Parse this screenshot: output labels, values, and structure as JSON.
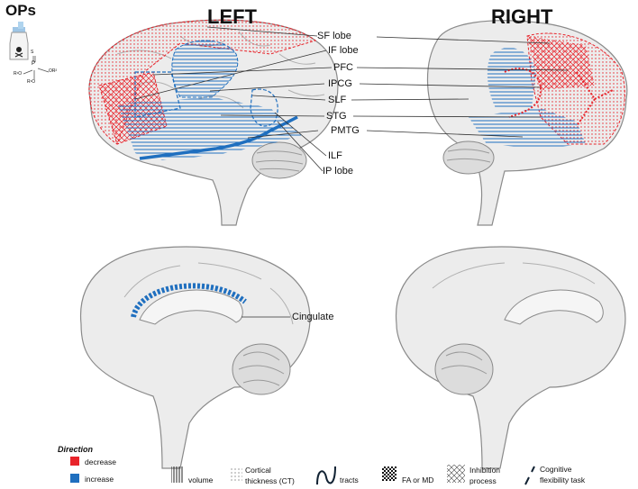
{
  "header": {
    "ops": "OPs",
    "left": "LEFT",
    "right": "RIGHT"
  },
  "chem": {
    "s": "S",
    "p": "P",
    "or_right": "OR²",
    "ro_left": "R¹O",
    "ro_bottom": "R¹O"
  },
  "regions": {
    "sf_lobe": "SF lobe",
    "if_lobe": "IF lobe",
    "pfc": "PFC",
    "ipcg": "IPCG",
    "slf": "SLF",
    "stg": "STG",
    "pmtg": "PMTG",
    "ilf": "ILF",
    "ip_lobe": "IP lobe",
    "cingulate": "Cingulate"
  },
  "legend": {
    "direction_title": "Direction",
    "decrease": "decrease",
    "increase": "increase",
    "volume": "volume",
    "cortical_1": "Cortical",
    "cortical_2": "thickness (CT)",
    "tracts": "tracts",
    "fa_md": "FA or MD",
    "inhibition_1": "Inhibition",
    "inhibition_2": "process",
    "cognitive_1": "Cognitive",
    "cognitive_2": "flexibility task"
  },
  "colors": {
    "decrease": "#e8232a",
    "increase": "#1f6fbf",
    "brain_fill": "#ececec",
    "brain_stroke": "#8a8a8a"
  }
}
